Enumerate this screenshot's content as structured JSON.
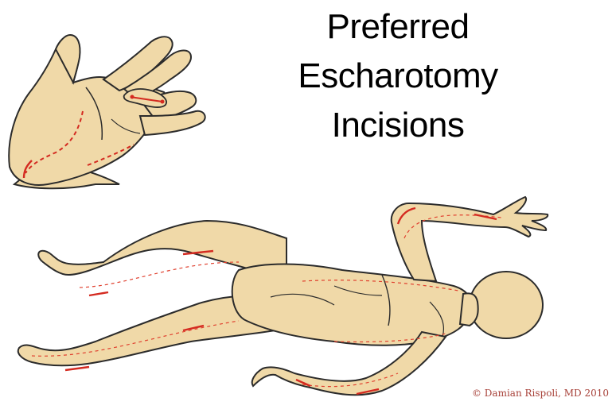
{
  "title": {
    "line1": "Preferred",
    "line2": "Escharotomy",
    "line3": "Incisions"
  },
  "copyright": "© Damian Rispoli, MD 2010",
  "colors": {
    "skin": "#F0D9A8",
    "outline": "#2B2B2B",
    "incision": "#D42A20",
    "guide": "#E0402F",
    "title": "#000000",
    "copyright": "#A8423A"
  }
}
